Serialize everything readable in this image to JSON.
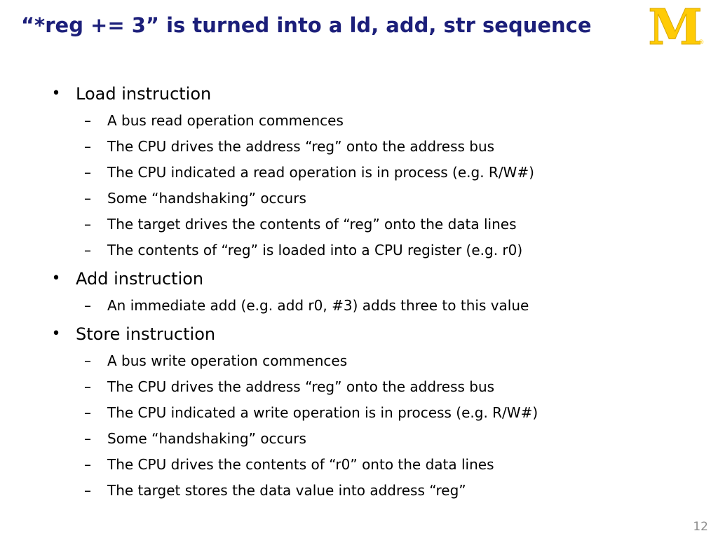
{
  "title": "“*reg += 3” is turned into a ld, add, str sequence",
  "logo": {
    "letter": "M",
    "mark": "®",
    "color": "#ffcb05"
  },
  "colors": {
    "title": "#1c1f7a",
    "slide_number": "#8c8c8c"
  },
  "bullets": [
    {
      "text": "Load instruction",
      "sub": [
        "A bus read operation commences",
        "The CPU drives the address “reg” onto the address bus",
        "The CPU indicated a read operation is in process (e.g. R/W#)",
        "Some “handshaking” occurs",
        "The target drives the contents of “reg” onto the data lines",
        "The contents of “reg” is loaded into a CPU register (e.g. r0)"
      ]
    },
    {
      "text": "Add instruction",
      "sub": [
        "An immediate add (e.g. add r0, #3) adds three to this value"
      ]
    },
    {
      "text": "Store instruction",
      "sub": [
        "A bus write operation commences",
        "The CPU drives the address “reg” onto the address bus",
        "The CPU indicated a write operation is in process (e.g. R/W#)",
        "Some “handshaking” occurs",
        "The CPU drives the contents of “r0” onto the data lines",
        "The target stores the data value into address “reg”"
      ]
    }
  ],
  "slide_number": "12"
}
